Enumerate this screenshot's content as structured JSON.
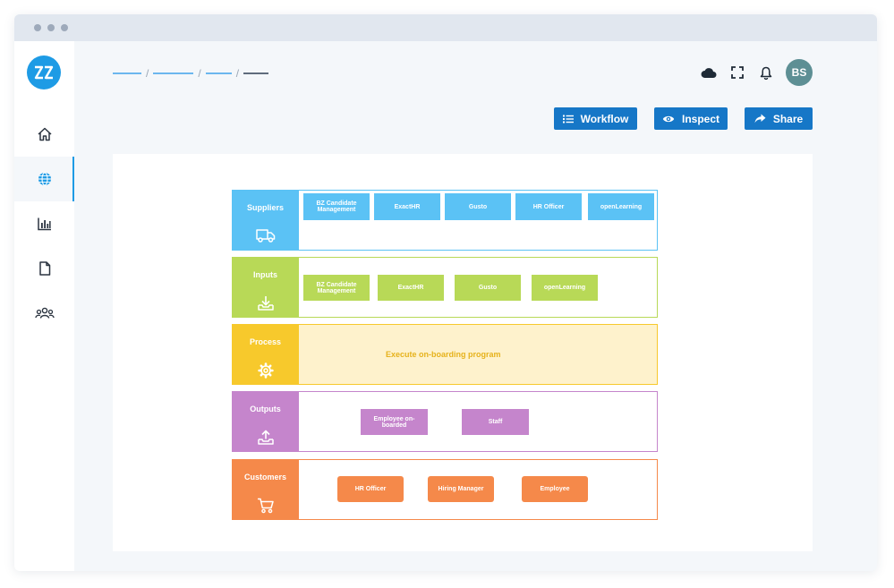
{
  "window": {
    "dots": 3
  },
  "sidebar": {
    "logo": "zz",
    "items": [
      {
        "name": "home",
        "icon": "home-icon",
        "active": false
      },
      {
        "name": "globe",
        "icon": "globe-icon",
        "active": true
      },
      {
        "name": "reports",
        "icon": "bar-chart-icon",
        "active": false
      },
      {
        "name": "documents",
        "icon": "document-icon",
        "active": false
      },
      {
        "name": "people",
        "icon": "people-icon",
        "active": false
      }
    ]
  },
  "header": {
    "breadcrumb_count": 4,
    "icons": [
      "cloud-icon",
      "fullscreen-icon",
      "bell-icon"
    ],
    "avatar_initials": "BS"
  },
  "toolbar": {
    "workflow_label": "Workflow",
    "inspect_label": "Inspect",
    "share_label": "Share"
  },
  "diagram": {
    "colors": {
      "suppliers": "#5bc2f5",
      "inputs": "#b8d957",
      "process": "#f7c92c",
      "outputs": "#c585cc",
      "customers": "#f5894a"
    },
    "suppliers": {
      "title": "Suppliers",
      "icon": "truck-icon",
      "items": [
        "BZ Candidate Management",
        "ExactHR",
        "Gusto",
        "HR Officer",
        "openLearning"
      ]
    },
    "inputs": {
      "title": "Inputs",
      "icon": "download-tray-icon",
      "items": [
        "BZ Candidate Management",
        "ExactHR",
        "Gusto",
        "openLearning"
      ]
    },
    "process": {
      "title": "Process",
      "icon": "gear-icon",
      "text": "Execute on-boarding program"
    },
    "outputs": {
      "title": "Outputs",
      "icon": "upload-tray-icon",
      "items": [
        "Employee on-boarded",
        "Staff"
      ]
    },
    "customers": {
      "title": "Customers",
      "icon": "cart-icon",
      "items": [
        "HR Officer",
        "Hiring Manager",
        "Employee"
      ]
    }
  }
}
